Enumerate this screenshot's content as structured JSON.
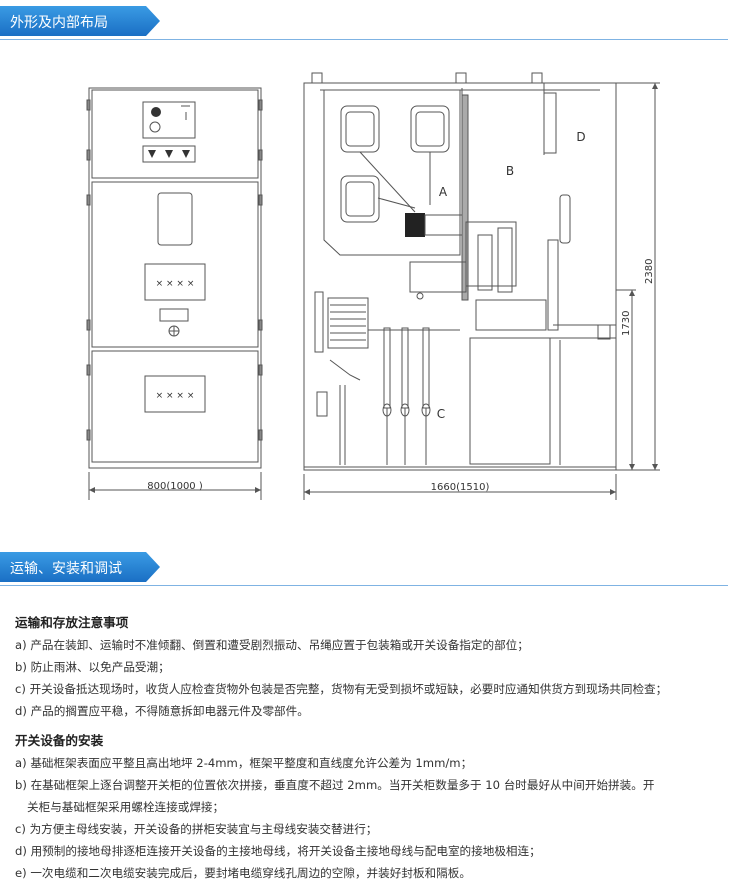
{
  "section1": {
    "title": "外形及内部布局"
  },
  "section2": {
    "title": "运输、安装和调试"
  },
  "diagram": {
    "front_width_dim": "800(1000 )",
    "side_width_dim": "1660(1510)",
    "height_total_dim": "2380",
    "height_mid_dim": "1730",
    "compartments": {
      "a": "A",
      "b": "B",
      "c": "C",
      "d": "D"
    }
  },
  "transport": {
    "heading": "运输和存放注意事项",
    "items": [
      "a) 产品在装卸、运输时不准倾翻、倒置和遭受剧烈振动、吊绳应置于包装箱或开关设备指定的部位；",
      "b) 防止雨淋、以免产品受潮；",
      "c) 开关设备抵达现场时，收货人应检查货物外包装是否完整，货物有无受到损坏或短缺，必要时应通知供货方到现场共同检查；",
      "d) 产品的搁置应平稳，不得随意拆卸电器元件及零部件。"
    ]
  },
  "install": {
    "heading": "开关设备的安装",
    "items": [
      "a) 基础框架表面应平整且高出地坪 2-4mm，框架平整度和直线度允许公差为 1mm/m；",
      "b) 在基础框架上逐台调整开关柜的位置依次拼接，垂直度不超过 2mm。当开关柜数量多于 10 台时最好从中间开始拼装。开",
      "关柜与基础框架采用螺栓连接或焊接；",
      "c) 为方便主母线安装，开关设备的拼柜安装宜与主母线安装交替进行；",
      "d) 用预制的接地母排逐柜连接开关设备的主接地母线，将开关设备主接地母线与配电室的接地极相连；",
      "e) 一次电缆和二次电缆安装完成后，要封堵电缆穿线孔周边的空隙，并装好封板和隔板。"
    ]
  },
  "colors": {
    "accent": "#2a84d6",
    "line": "#7fb3e3",
    "drawing": "#555555"
  }
}
